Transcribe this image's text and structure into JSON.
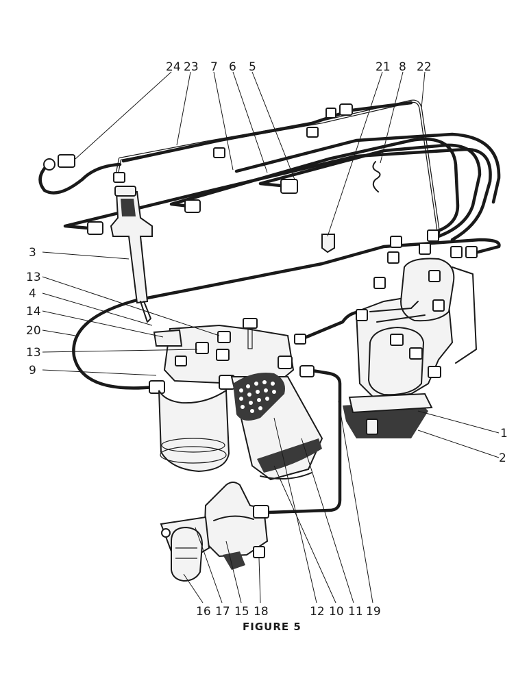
{
  "figure": {
    "caption": "FIGURE 5",
    "part_numbers": {
      "n1": "1",
      "n2": "2",
      "n3": "3",
      "n4": "4",
      "n5": "5",
      "n6": "6",
      "n7": "7",
      "n8": "8",
      "n9": "9",
      "n10": "10",
      "n11": "11",
      "n12": "12",
      "n13a": "13",
      "n13b": "13",
      "n14": "14",
      "n15": "15",
      "n16": "16",
      "n17": "17",
      "n18": "18",
      "n19": "19",
      "n20": "20",
      "n21": "21",
      "n22": "22",
      "n23": "23",
      "n24": "24"
    }
  }
}
